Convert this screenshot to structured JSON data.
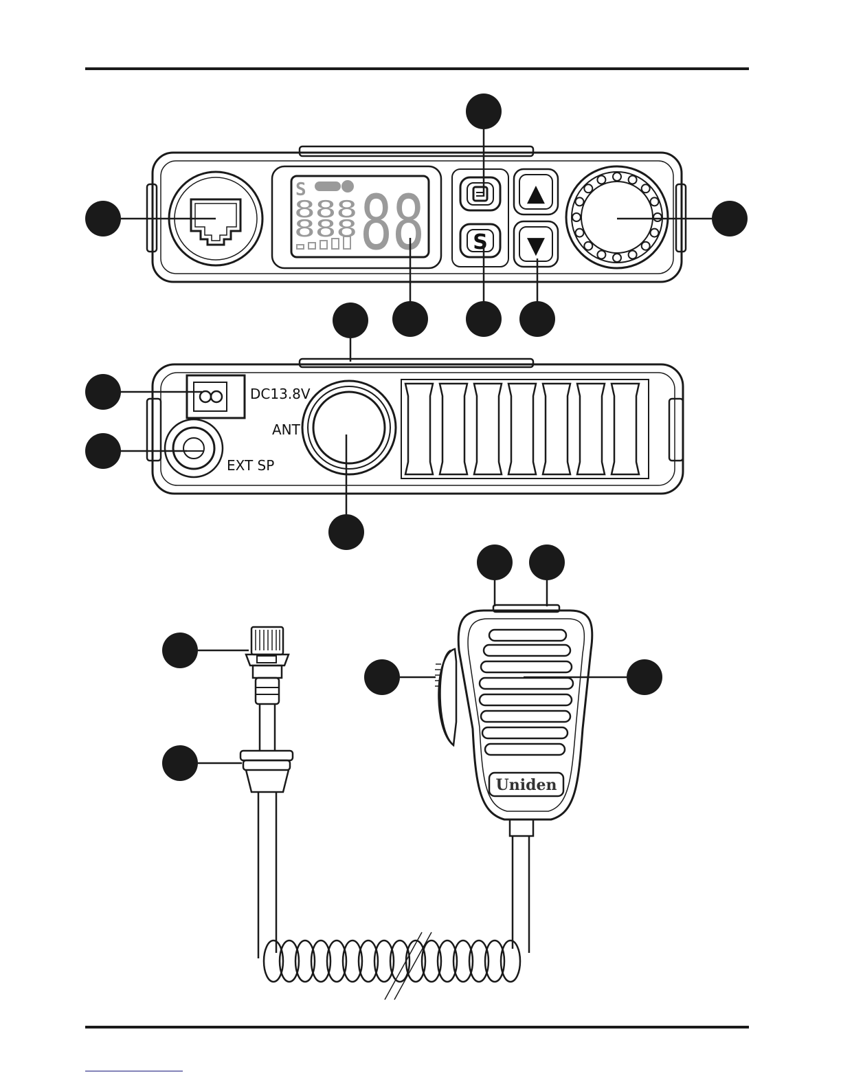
{
  "front_panel": {
    "lcd": {
      "status_letter": "S",
      "small_digits_top": "888",
      "small_digits_bottom": "888",
      "large_digits": "88"
    },
    "menu_button_glyph": "menu-icon",
    "scan_button_label": "S",
    "up_button_glyph": "▲",
    "down_button_glyph": "▼"
  },
  "rear_panel": {
    "power_label": "DC13.8V",
    "antenna_label": "ANT",
    "ext_speaker_label": "EXT SP"
  },
  "microphone": {
    "brand": "Uniden"
  },
  "callout_color": "#1a1a1a"
}
